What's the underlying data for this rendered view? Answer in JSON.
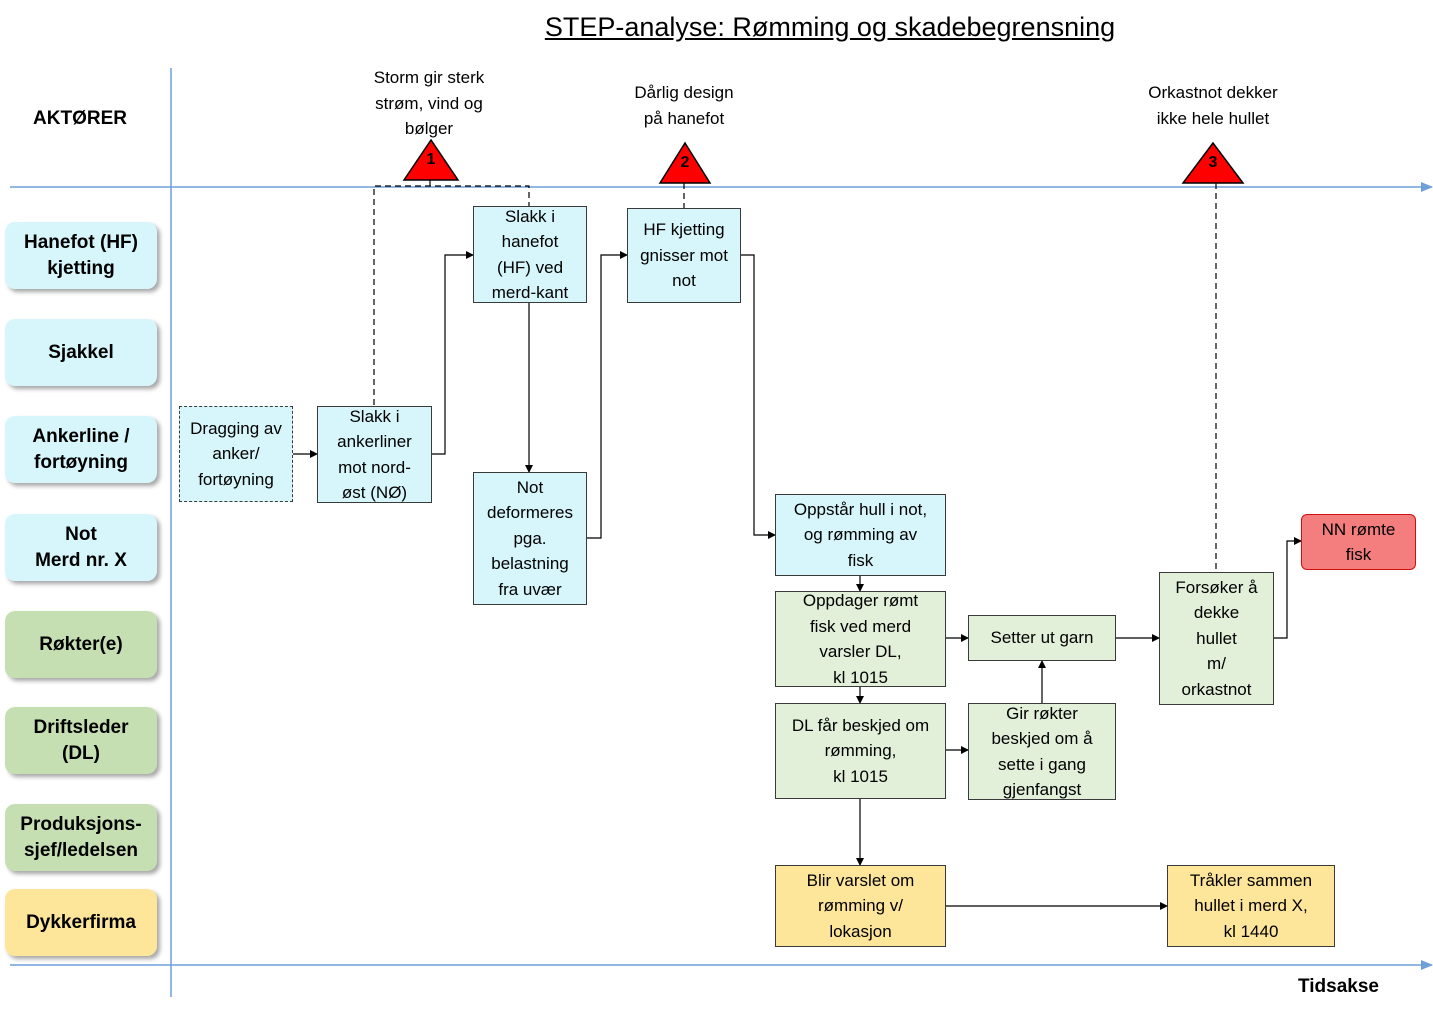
{
  "title": "STEP-analyse: Rømming og skadebegrensning",
  "actors_heading": "AKTØRER",
  "axis_label": "Tidsakse",
  "actors": [
    {
      "lines": [
        "Hanefot (HF)",
        "kjetting"
      ],
      "color": "#d6f6fb"
    },
    {
      "lines": [
        "Sjakkel"
      ],
      "color": "#d6f6fb"
    },
    {
      "lines": [
        "Ankerline /",
        "fortøyning"
      ],
      "color": "#d6f6fb"
    },
    {
      "lines": [
        "Not",
        "Merd nr. X"
      ],
      "color": "#d6f6fb"
    },
    {
      "lines": [
        "Røkter(e)"
      ],
      "color": "#c6dfb2"
    },
    {
      "lines": [
        "Driftsleder",
        "(DL)"
      ],
      "color": "#c6dfb2"
    },
    {
      "lines": [
        "Produksjons-",
        "sjef/ledelsen"
      ],
      "color": "#c6dfb2"
    },
    {
      "lines": [
        "Dykkerfirma"
      ],
      "color": "#fde59a"
    }
  ],
  "events": [
    {
      "number": "1",
      "lines": [
        "Storm gir sterk",
        "strøm, vind og",
        "bølger"
      ]
    },
    {
      "number": "2",
      "lines": [
        "Dårlig design",
        "på hanefot"
      ]
    },
    {
      "number": "3",
      "lines": [
        "Orkastnot dekker",
        "ikke hele hullet"
      ]
    }
  ],
  "boxes": {
    "dragging": [
      "Dragging av",
      "anker/",
      "fortøyning"
    ],
    "slakk_ankerliner": [
      "Slakk i",
      "ankerliner",
      "mot nord-",
      "øst (NØ)"
    ],
    "slakk_hanefot": [
      "Slakk i",
      "hanefot",
      "(HF) ved",
      "merd-kant"
    ],
    "not_deformeres": [
      "Not",
      "deformeres",
      "pga.",
      "belastning",
      "fra uvær"
    ],
    "hf_kjetting": [
      "HF kjetting",
      "gnisser mot",
      "not"
    ],
    "oppstar_hull": [
      "Oppstår hull i not,",
      "og rømming av",
      "fisk"
    ],
    "oppdager": [
      "Oppdager rømt",
      "fisk ved merd",
      "varsler DL,",
      "kl 1015"
    ],
    "dl_far_beskjed": [
      "DL får beskjed om",
      "rømming,",
      "kl 1015"
    ],
    "setter_ut_garn": [
      "Setter ut garn"
    ],
    "gir_rokter": [
      "Gir røkter",
      "beskjed om å",
      "sette i gang",
      "gjenfangst"
    ],
    "forsoker": [
      "Forsøker å",
      "dekke",
      "hullet",
      "m/",
      "orkastnot"
    ],
    "nn_romte": [
      "NN rømte",
      "fisk"
    ],
    "blir_varslet": [
      "Blir varslet om",
      "rømming v/",
      "lokasjon"
    ],
    "trakler": [
      "Tråkler sammen",
      "hullet i merd X,",
      "kl 1440"
    ]
  },
  "colors": {
    "axis": "#6f9fd8",
    "warning_triangle": "#ff0000",
    "box_blue": "#d6f6fb",
    "box_green": "#e2efd9",
    "box_yellow": "#fde59a",
    "box_red": "#f47d7d"
  }
}
